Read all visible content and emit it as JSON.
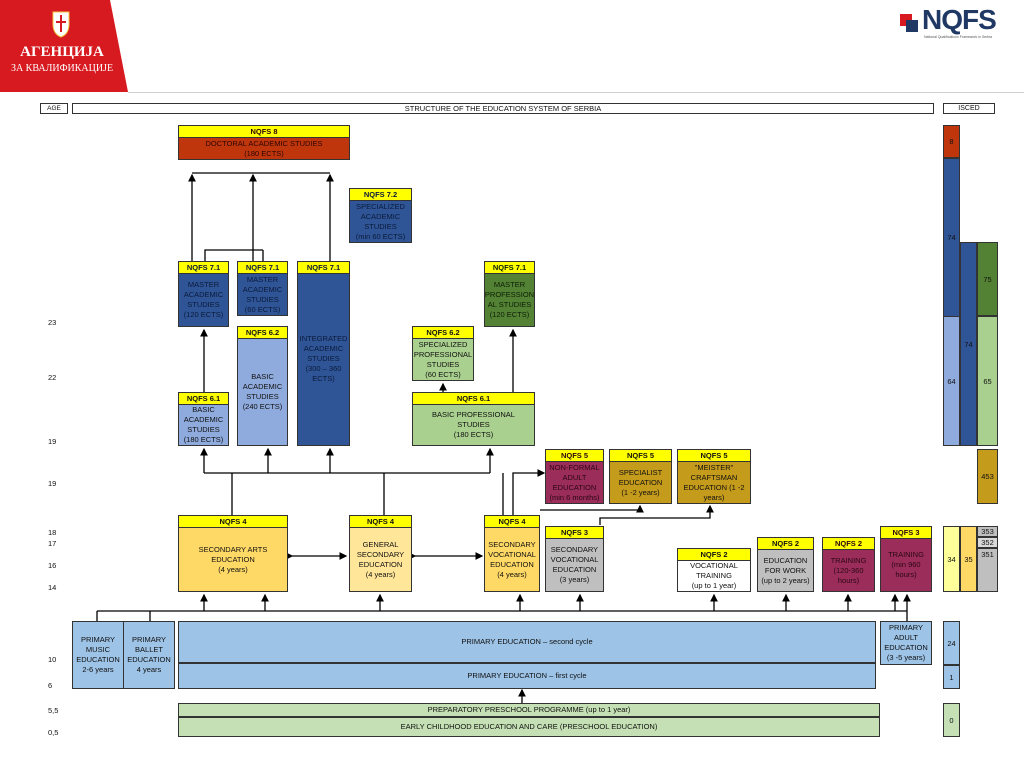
{
  "header": {
    "agency_line1": "АГЕНЦИЈА",
    "agency_line2": "ЗА КВАЛИФИКАЦИЈЕ",
    "logo_text": "NQFS",
    "logo_subtitle": "National Qualifications Framework in Serbia"
  },
  "labels": {
    "age": "AGE",
    "title": "STRUCTURE OF THE EDUCATION SYSTEM OF SERBIA",
    "isced": "ISCED"
  },
  "ages": [
    "23",
    "22",
    "19",
    "19",
    "18",
    "17",
    "16",
    "14",
    "10",
    "6",
    "5,5",
    "0,5"
  ],
  "boxes": {
    "nqfs8": {
      "h": "NQFS 8",
      "b": "DOCTORAL ACADEMIC STUDIES\n(180 ECTS)"
    },
    "nqfs72": {
      "h": "NQFS 7.2",
      "b": "SPECIALIZED\nACADEMIC\nSTUDIES\n(min 60 ECTS)"
    },
    "master1": {
      "h": "NQFS 7.1",
      "b": "MASTER\nACADEMIC\nSTUDIES\n(120 ECTS)"
    },
    "master2": {
      "h": "NQFS 7.1",
      "b": "MASTER\nACADEMIC\nSTUDIES\n(60 ECTS)"
    },
    "integrated": {
      "h": "NQFS 7.1",
      "b": "INTEGRATED\nACADEMIC\nSTUDIES\n(300 – 360\nECTS)"
    },
    "masterprof": {
      "h": "NQFS 7.1",
      "b": "MASTER\nPROFESSION\nAL STUDIES\n(120 ECTS)"
    },
    "basicacad240": {
      "h": "NQFS 6.2",
      "b": "BASIC\nACADEMIC\nSTUDIES\n(240 ECTS)"
    },
    "specprof": {
      "h": "NQFS 6.2",
      "b": "SPECIALIZED\nPROFESSIONAL\nSTUDIES\n(60 ECTS)"
    },
    "basicacad180": {
      "h": "NQFS 6.1",
      "b": "BASIC\nACADEMIC\nSTUDIES\n(180 ECTS)"
    },
    "basicprof": {
      "h": "NQFS 6.1",
      "b": "BASIC PROFESSIONAL STUDIES\n(180 ECTS)"
    },
    "nonformal": {
      "h": "NQFS 5",
      "b": "NON-FORMAL\nADULT\nEDUCATION\n(min 6 months)"
    },
    "specialist": {
      "h": "NQFS 5",
      "b": "SPECIALIST\nEDUCATION\n(1 -2 years)"
    },
    "meister": {
      "h": "NQFS 5",
      "b": "\"MEISTER\"\nCRAFTSMAN\nEDUCATION (1 -2\nyears)"
    },
    "arts": {
      "h": "NQFS 4",
      "b": "SECONDARY ARTS\nEDUCATION\n(4 years)"
    },
    "general": {
      "h": "NQFS 4",
      "b": "GENERAL\nSECONDARY\nEDUCATION\n(4 years)"
    },
    "voc4": {
      "h": "NQFS 4",
      "b": "SECONDARY\nVOCATIONAL\nEDUCATION\n(4 years)"
    },
    "voc3": {
      "h": "NQFS 3",
      "b": "SECONDARY\nVOCATIONAL\nEDUCATION\n(3 years)"
    },
    "vocTraining": {
      "h": "NQFS 2",
      "b": "VOCATIONAL\nTRAINING\n(up to 1 year)"
    },
    "eduWork": {
      "h": "NQFS 2",
      "b": "EDUCATION\nFOR WORK\n(up to 2 years)"
    },
    "training2": {
      "h": "NQFS 2",
      "b": "TRAINING\n(120-360\nhours)"
    },
    "training3": {
      "h": "NQFS 3",
      "b": "TRAINING\n(min 960\nhours)"
    }
  },
  "primary": {
    "music": "PRIMARY\nMUSIC\nEDUCATION\n2-6 years",
    "ballet": "PRIMARY\nBALLET\nEDUCATION\n4 years",
    "second": "PRIMARY EDUCATION – second cycle",
    "first": "PRIMARY EDUCATION – first cycle",
    "adult": "PRIMARY\nADULT\nEDUCATION\n(3 -5 years)",
    "preparatory": "PREPARATORY PRESCHOOL PROGRAMME (up to 1 year)",
    "early": "EARLY CHILDHOOD EDUCATION AND CARE (PRESCHOOL EDUCATION)"
  },
  "isced_codes": [
    "8",
    "74",
    "74",
    "75",
    "64",
    "65",
    "453",
    "34",
    "35",
    "353",
    "352",
    "351",
    "24",
    "1",
    "0"
  ],
  "colors": {
    "brand_red": "#d71920",
    "navy": "#2f5597",
    "yellow": "#ffff00"
  }
}
